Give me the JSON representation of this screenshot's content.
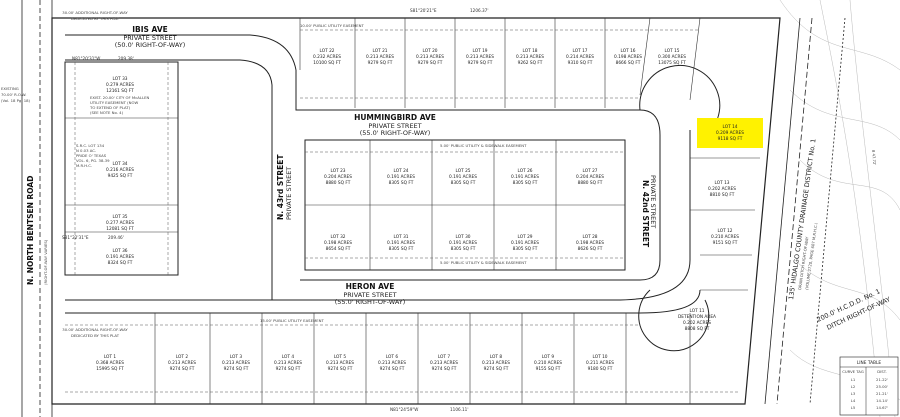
{
  "colors": {
    "highlight": "#fff200",
    "line": "#222222",
    "paper": "#ffffff"
  },
  "streets": {
    "ibis": {
      "name": "IBIS AVE",
      "type": "PRIVATE STREET",
      "row": "(50.0' RIGHT-OF-WAY)"
    },
    "hummingbird": {
      "name": "HUMMINGBIRD AVE",
      "type": "PRIVATE STREET",
      "row": "(55.0' RIGHT-OF-WAY)"
    },
    "heron": {
      "name": "HERON AVE",
      "type": "PRIVATE STREET",
      "row": "(55.0' RIGHT-OF-WAY)"
    },
    "n43rd": {
      "name": "N. 43rd STREET",
      "type": "PRIVATE STREET",
      "row": "(55.0' RIGHT-OF-WAY)"
    },
    "n42nd": {
      "name": "N. 42nd STREET",
      "type": "PRIVATE STREET",
      "row": "(55.0' RIGHT-OF-WAY)"
    },
    "bentsen": {
      "name": "N. NORTH BENTSEN ROAD",
      "row": "(RIGHT-OF-WAY VARIES)"
    }
  },
  "top_notes": {
    "additional": "30.00' ADDITIONAL RIGHT-OF-WAY",
    "dedicated": "DEDICATED BY THIS PLAT"
  },
  "bottom_notes": {
    "additional": "30.00' ADDITIONAL RIGHT-OF-WAY",
    "dedicated": "DEDICATED BY THIS PLAT"
  },
  "bearings": {
    "top": "S81°20'21\"E",
    "top_len": "1206.37'",
    "bottom": "N81°24'59\"W",
    "bottom_len": "1106.11'",
    "ibis_line": "N81°20'31\"W",
    "ibis_len": "209.38'",
    "mid_line": "S81°22'31\"E",
    "mid_len": "209.46'",
    "east": "S08°35'00\"W"
  },
  "utility_easements": {
    "e10": "10.00' PUBLIC UTILITY EASEMENT",
    "e5": "5.00' PUBLIC UTILITY & SIDEWALK EASEMENT",
    "e15": "15.00' PUBLIC UTILITY EASEMENT"
  },
  "drainage": {
    "title": "135' HIDALGO COUNTY DRAINAGE DISTRICT No. 1",
    "sub": "DRAIN DITCH RIGHT-OF-WAY",
    "ref": "(VOLUME 2720, PAGE 607 M.R.H.C.)"
  },
  "ditch": {
    "label": "200.0' H.C.D.D. No. 1",
    "sub": "DITCH RIGHT-OF-WAY"
  },
  "city_easement": {
    "l1": "EXIST. 20.00' CITY OF McALLEN",
    "l2": "UTILITY EASEMENT (NOW",
    "l3": "TO EXTEND OF PLAT)",
    "l4": "(SEE NOTE No. 4)"
  },
  "src": {
    "l1": "S.R.C. LOT 134",
    "l2": "N 0.03 AC.",
    "l3": "PRIDE O' TEXAS",
    "l4": "VOL. 6, PG. 38-39",
    "l5": "M.R.H.C."
  },
  "lot_rows": {
    "top_row": [
      {
        "lot": "LOT 22",
        "acres": "0.232 ACRES",
        "sqft": "10100 SQ FT"
      },
      {
        "lot": "LOT 21",
        "acres": "0.213 ACRES",
        "sqft": "9279 SQ FT"
      },
      {
        "lot": "LOT 20",
        "acres": "0.213 ACRES",
        "sqft": "9279 SQ FT"
      },
      {
        "lot": "LOT 19",
        "acres": "0.213 ACRES",
        "sqft": "9279 SQ FT"
      },
      {
        "lot": "LOT 18",
        "acres": "0.213 ACRES",
        "sqft": "9262 SQ FT"
      },
      {
        "lot": "LOT 17",
        "acres": "0.214 ACRES",
        "sqft": "9310 SQ FT"
      },
      {
        "lot": "LOT 16",
        "acres": "0.198 ACRES",
        "sqft": "8666 SQ FT"
      },
      {
        "lot": "LOT 15",
        "acres": "0.300 ACRES",
        "sqft": "13075 SQ FT"
      }
    ],
    "north_inner": [
      {
        "lot": "LOT 23",
        "acres": "0.204 ACRES",
        "sqft": "8880 SQ FT"
      },
      {
        "lot": "LOT 24",
        "acres": "0.191 ACRES",
        "sqft": "8305 SQ FT"
      },
      {
        "lot": "LOT 25",
        "acres": "0.191 ACRES",
        "sqft": "8305 SQ FT"
      },
      {
        "lot": "LOT 26",
        "acres": "0.191 ACRES",
        "sqft": "8305 SQ FT"
      },
      {
        "lot": "LOT 27",
        "acres": "0.204 ACRES",
        "sqft": "8880 SQ FT"
      }
    ],
    "south_inner": [
      {
        "lot": "LOT 32",
        "acres": "0.198 ACRES",
        "sqft": "8654 SQ FT"
      },
      {
        "lot": "LOT 31",
        "acres": "0.191 ACRES",
        "sqft": "8305 SQ FT"
      },
      {
        "lot": "LOT 30",
        "acres": "0.191 ACRES",
        "sqft": "8305 SQ FT"
      },
      {
        "lot": "LOT 29",
        "acres": "0.191 ACRES",
        "sqft": "8305 SQ FT"
      },
      {
        "lot": "LOT 28",
        "acres": "0.198 ACRES",
        "sqft": "8626 SQ FT"
      }
    ],
    "bottom_row": [
      {
        "lot": "LOT 1",
        "acres": "0.368 ACRES",
        "sqft": "15995 SQ FT"
      },
      {
        "lot": "LOT 2",
        "acres": "0.213 ACRES",
        "sqft": "9274 SQ FT"
      },
      {
        "lot": "LOT 3",
        "acres": "0.213 ACRES",
        "sqft": "9274 SQ FT"
      },
      {
        "lot": "LOT 4",
        "acres": "0.213 ACRES",
        "sqft": "9274 SQ FT"
      },
      {
        "lot": "LOT 5",
        "acres": "0.213 ACRES",
        "sqft": "9274 SQ FT"
      },
      {
        "lot": "LOT 6",
        "acres": "0.213 ACRES",
        "sqft": "9274 SQ FT"
      },
      {
        "lot": "LOT 7",
        "acres": "0.213 ACRES",
        "sqft": "9274 SQ FT"
      },
      {
        "lot": "LOT 8",
        "acres": "0.213 ACRES",
        "sqft": "9274 SQ FT"
      },
      {
        "lot": "LOT 9",
        "acres": "0.210 ACRES",
        "sqft": "9155 SQ FT"
      },
      {
        "lot": "LOT 10",
        "acres": "0.211 ACRES",
        "sqft": "9180 SQ FT"
      }
    ],
    "east_col": [
      {
        "lot": "LOT 14",
        "acres": "0.209 ACRES",
        "sqft": "9118 SQ FT",
        "highlight": true
      },
      {
        "lot": "LOT 13",
        "acres": "0.202 ACRES",
        "sqft": "8810 SQ FT"
      },
      {
        "lot": "LOT 12",
        "acres": "0.210 ACRES",
        "sqft": "9151 SQ FT"
      }
    ],
    "west_col": [
      {
        "lot": "LOT 33",
        "acres": "0.279 ACRES",
        "sqft": "12161 SQ FT"
      },
      {
        "lot": "LOT 34",
        "acres": "0.216 ACRES",
        "sqft": "9425 SQ FT"
      },
      {
        "lot": "LOT 35",
        "acres": "0.277 ACRES",
        "sqft": "12081 SQ FT"
      },
      {
        "lot": "LOT 36",
        "acres": "0.191 ACRES",
        "sqft": "8324 SQ FT"
      }
    ],
    "detention": {
      "lot": "LOT 11",
      "name": "DETENTION AREA",
      "acres": "0.202 ACRES",
      "sqft": "8808 SQ FT"
    }
  },
  "curve_table": {
    "title": "LINE TABLE",
    "headers": [
      "CURVE TAG",
      "DIST."
    ],
    "rows": [
      [
        "L1",
        "21.22'"
      ],
      [
        "L2",
        "25.00'"
      ],
      [
        "L3",
        "21.21'"
      ],
      [
        "L4",
        "14.14'"
      ],
      [
        "L5",
        "14.67'"
      ]
    ]
  },
  "margin_labels": {
    "left1": "EXISTING",
    "left2": "70.00' R.O.W.",
    "left3": "(Vol. 18 Pg. 18)",
    "right": "8 47.72'"
  }
}
